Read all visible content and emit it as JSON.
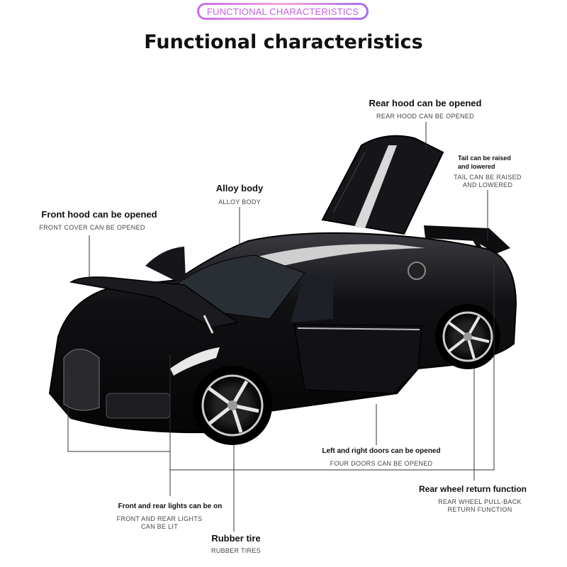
{
  "badge": "FUNCTIONAL CHARACTERISTICS",
  "title": "Functional characteristics",
  "features": {
    "rear_hood": {
      "label": "Rear hood can be opened",
      "sub": "REAR HOOD CAN BE OPENED"
    },
    "tail": {
      "label_line1": "Tail can be raised",
      "label_line2": "and lowered",
      "sub_line1": "TAIL CAN BE RAISED",
      "sub_line2": "AND LOWERED"
    },
    "alloy": {
      "label": "Alloy body",
      "sub": "ALLOY BODY"
    },
    "front_hood": {
      "label": "Front hood can be opened",
      "sub": "FRONT COVER CAN BE OPENED"
    },
    "doors": {
      "label": "Left and right doors can be opened",
      "sub": "FOUR DOORS CAN BE OPENED"
    },
    "rear_wheel": {
      "label": "Rear wheel return function",
      "sub_line1": "REAR WHEEL PULL-BACK",
      "sub_line2": "RETURN FUNCTION"
    },
    "lights": {
      "label": "Front and rear lights can be on",
      "sub_line1": "FRONT AND REAR LIGHTS",
      "sub_line2": "CAN BE LIT"
    },
    "tire": {
      "label": "Rubber tire",
      "sub": "RUBBER TIRES"
    }
  },
  "colors": {
    "badge_text": "#c45fe6",
    "car_body": "#0b0b0d",
    "leader_line": "#333333"
  }
}
